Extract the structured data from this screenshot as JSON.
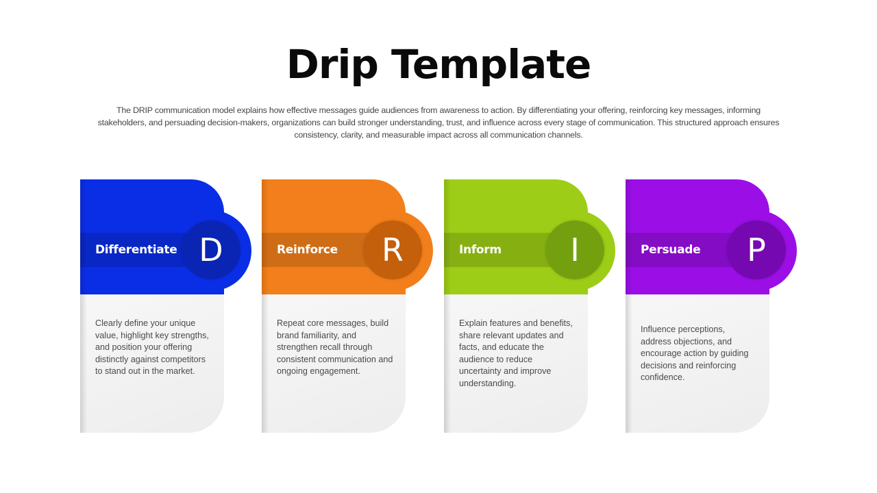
{
  "title": "Drip Template",
  "subtitle": "The DRIP communication model explains how effective messages guide audiences from awareness to action. By differentiating your offering, reinforcing key messages, informing stakeholders, and persuading decision-makers, organizations can build stronger understanding, trust, and influence across every stage of communication. This structured approach ensures consistency, clarity, and measurable impact across all communication channels.",
  "cards": [
    {
      "letter": "D",
      "label": "Differentiate",
      "description": "Clearly define your unique value, highlight key strengths, and position your offering distinctly against competitors to stand out in the market.",
      "color": "#0a2ee6",
      "circle_color": "#0a24b4"
    },
    {
      "letter": "R",
      "label": "Reinforce",
      "description": "Repeat core messages, build brand familiarity, and strengthen recall through consistent communication and ongoing engagement.",
      "color": "#f27f1b",
      "circle_color": "#c45f0c"
    },
    {
      "letter": "I",
      "label": "Inform",
      "description": "Explain features and benefits, share relevant updates and facts, and educate the audience to reduce uncertainty and improve understanding.",
      "color": "#9dcd16",
      "circle_color": "#74a010"
    },
    {
      "letter": "P",
      "label": "Persuade",
      "description": "Influence perceptions, address objections, and encourage action by guiding decisions and reinforcing confidence.",
      "color": "#9b0fe6",
      "circle_color": "#7508b0"
    }
  ]
}
